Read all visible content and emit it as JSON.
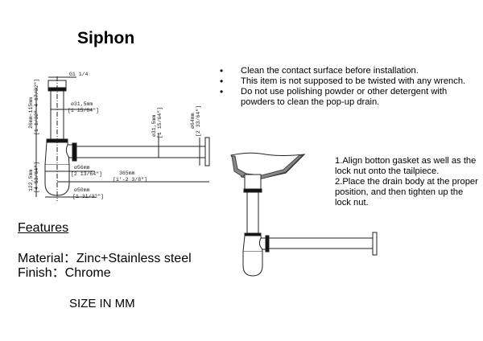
{
  "title": "Siphon",
  "notes": [
    "Clean the contact surface before installation.",
    "This item is not supposed to be twisted with any wrench.",
    "Do not use polishing powder or other detergent with powders to clean the pop-up drain."
  ],
  "installation_steps": [
    "1.Align botton gasket as well as the lock nut onto the tailpiece.",
    "2.Place the drain body at the proper position, and then tighten up the lock nut."
  ],
  "features": {
    "heading": "Features",
    "material": "Material：Zinc+Stainless steel",
    "finish": "Finish：Chrome"
  },
  "size_note": "SIZE IN MM",
  "dimensions": {
    "thread": "G1 1/4",
    "pipe_dia": "ø31,5mm",
    "pipe_dia_in": "[1 15/64\"]",
    "height_adj": "26mm~115mm",
    "height_adj_in": "[1 1/32\"~4 17/32\"]",
    "trap_height": "122,5mm",
    "trap_height_in": "[4 53/64\"]",
    "trap_dia": "ø56mm",
    "trap_dia_in": "[2 13/64\"]",
    "length": "365mm",
    "length_in": "[1'-2 3/8\"]",
    "bottom_dia": "ø50mm",
    "bottom_dia_in": "[1 31/32\"]",
    "wall_pipe_dia": "ø31,5mm",
    "wall_pipe_dia_in": "[1 15/64\"]",
    "flange_dia": "ø64mm",
    "flange_dia_in": "[2 33/64\"]"
  }
}
